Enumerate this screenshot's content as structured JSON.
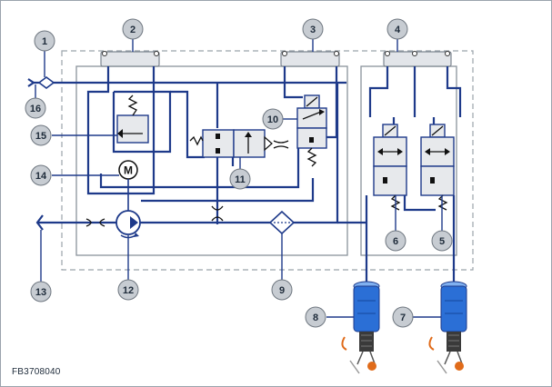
{
  "figure_id": "FB3708040",
  "callouts": [
    "1",
    "2",
    "3",
    "4",
    "5",
    "6",
    "7",
    "8",
    "9",
    "10",
    "11",
    "12",
    "13",
    "14",
    "15",
    "16"
  ],
  "colors": {
    "line": "#1e3a8a",
    "callout_fill": "#c7ccd2",
    "strut_blue": "#2b6fd6",
    "frame": "#9aa3ad"
  }
}
